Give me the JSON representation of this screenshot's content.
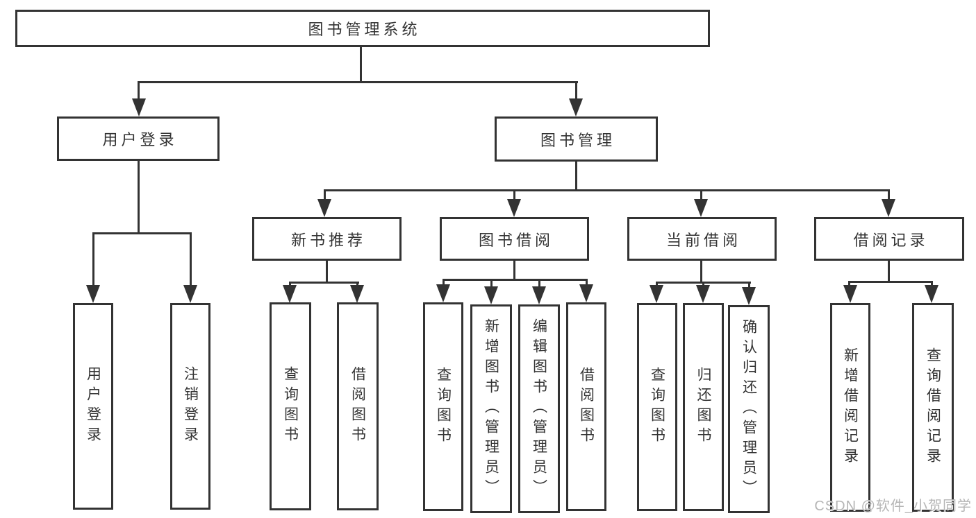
{
  "diagram": {
    "type": "tree",
    "colors": {
      "line": "#333333",
      "text": "#333333",
      "box_background": "#ffffff",
      "watermark": "#b5b5b5"
    },
    "root": {
      "label": "图书管理系统"
    },
    "level2": [
      {
        "id": "user-login",
        "label": "用户登录"
      },
      {
        "id": "book-management",
        "label": "图书管理"
      }
    ],
    "level3": [
      {
        "id": "new-book-recommend",
        "label": "新书推荐",
        "parent": "book-management"
      },
      {
        "id": "book-borrow",
        "label": "图书借阅",
        "parent": "book-management"
      },
      {
        "id": "current-borrow",
        "label": "当前借阅",
        "parent": "book-management"
      },
      {
        "id": "borrow-record",
        "label": "借阅记录",
        "parent": "book-management"
      }
    ],
    "leaves": {
      "user_login": [
        "用户登录",
        "注销登录"
      ],
      "new_book": [
        "查询图书",
        "借阅图书"
      ],
      "book_borrow": [
        "查询图书",
        "新增图书（管理员）",
        "编辑图书（管理员）",
        "借阅图书"
      ],
      "current_borrow": [
        "查询图书",
        "归还图书",
        "确认归还（管理员）"
      ],
      "borrow_record": [
        "新增借阅记录",
        "查询借阅记录"
      ]
    }
  },
  "watermark": {
    "text": "CSDN @软件_小贺同学"
  }
}
